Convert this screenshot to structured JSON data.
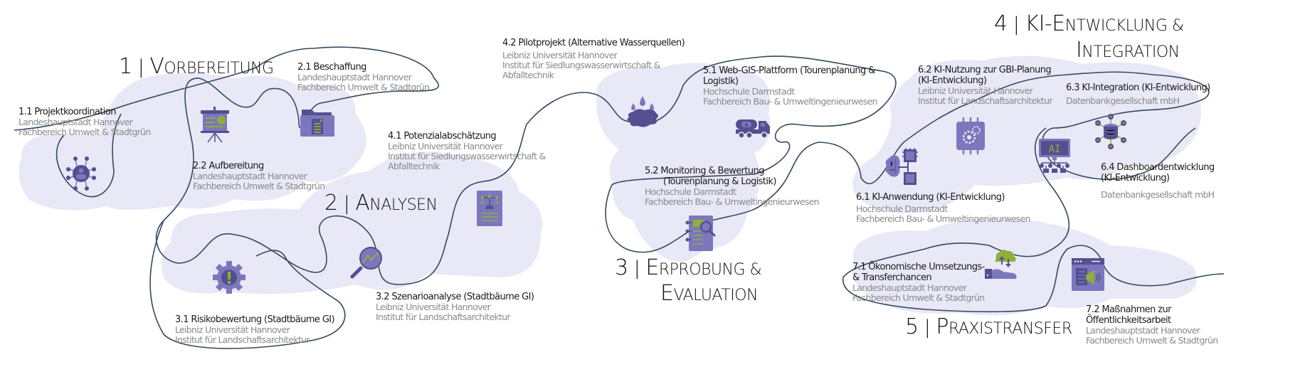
{
  "colors": {
    "blob": "#e9e8f7",
    "line": "#34495e",
    "icon_dark": "#54508f",
    "icon_mid": "#7c77bd",
    "icon_accent": "#8fae3a",
    "title_text": "#1a1a1a",
    "org_text": "#8a8a8a"
  },
  "phases": [
    {
      "num": "1",
      "sep": "|",
      "first": "V",
      "rest": "ORBEREITUNG",
      "line2_first": "",
      "line2_rest": ""
    },
    {
      "num": "2",
      "sep": "|",
      "first": "A",
      "rest": "NALYSEN",
      "line2_first": "",
      "line2_rest": ""
    },
    {
      "num": "3",
      "sep": "|",
      "first": "E",
      "rest": "RPROBUNG &",
      "line2_first": "E",
      "line2_rest": "VALUATION"
    },
    {
      "num": "4",
      "sep": "|",
      "first": "KI-E",
      "rest": "NTWICKLUNG &",
      "line2_first": "I",
      "line2_rest": "NTEGRATION"
    },
    {
      "num": "5",
      "sep": "|",
      "first": "P",
      "rest": "RAXISTRANSFER",
      "line2_first": "",
      "line2_rest": ""
    }
  ],
  "tasks": {
    "t11": {
      "title": "1.1 Projektkoordination",
      "org1": "Landeshauptstadt Hannover",
      "org2": "Fachbereich Umwelt & Stadtgrün",
      "icon": "network-person-icon"
    },
    "t21": {
      "title": "2.1 Beschaffung",
      "org1": "Landeshauptstadt Hannover",
      "org2": "Fachbereich Umwelt & Stadtgrün",
      "icon": "folder-document-icon"
    },
    "t22": {
      "title": "2.2 Aufbereitung",
      "org1": "Landeshauptstadt Hannover",
      "org2": "Fachbereich Umwelt & Stadtgrün",
      "icon": "presentation-board-icon"
    },
    "t31": {
      "title": "3.1 Risikobewertung (Stadtbäume GI)",
      "org1": "Leibniz Universität Hannover",
      "org2": "Institut für Landschaftsarchitektur",
      "icon": "gear-warning-icon"
    },
    "t32": {
      "title": "3.2 Szenarioanalyse (Stadtbäume GI)",
      "org1": "Leibniz Universität Hannover",
      "org2": "Institut für Landschaftsarchitektur",
      "icon": "magnifier-chart-icon"
    },
    "t41": {
      "title": "4.1 Potenzialabschätzung",
      "org1": "Leibniz Universität Hannover",
      "org2": "Institut für Siedlungswasserwirtschaft &",
      "org3": "Abfalltechnik",
      "icon": "scales-document-icon"
    },
    "t42": {
      "title": "4.2 Pilotprojekt (Alternative Wasserquellen)",
      "org1": "Leibniz Universität Hannover",
      "org2": "Institut für Siedlungswasserwirtschaft &",
      "org3": "Abfalltechnik",
      "icon": "water-puddle-icon"
    },
    "t51": {
      "title1": "5.1 Web-GIS-Plattform (Tourenplanung &",
      "title2": "Logistik)",
      "org1": "Hochschule Darmstadt",
      "org2": "Fachbereich Bau- & Umweltingenieurwesen",
      "icon": "tanker-truck-icon"
    },
    "t52": {
      "title1": "5.2 Monitoring & Bewertung",
      "title2": "(Tourenplanung & Logistik)",
      "org1": "Hochschule Darmstadt",
      "org2": "Fachbereich Bau- & Umweltingenieurwesen",
      "icon": "notebook-search-icon"
    },
    "t61": {
      "title": "6.1 KI-Anwendung (KI-Entwicklung)",
      "org1": "Hochschule Darmstadt",
      "org2": "Fachbereich Bau- & Umweltingenieurwesen",
      "icon": "brain-chip-icon"
    },
    "t62": {
      "title1": "6.2 KI-Nutzung zur GBI-Planung",
      "title2": "(KI-Entwicklung)",
      "org1": "Leibniz Universität Hannover",
      "org2": "Institut für Landschaftsarchitektur",
      "icon": "chip-gear-icon"
    },
    "t63": {
      "title": "6.3 KI-Integration (KI-Entwicklung)",
      "org1": "Datenbankgesellschaft mbH",
      "icon": "database-network-icon"
    },
    "t64": {
      "title1": "6.4 Dashboardentwicklung",
      "title2": "(KI-Entwicklung)",
      "org1": "Datenbankgesellschaft mbH",
      "icon": "ai-monitor-icon",
      "monitor_text": "AI"
    },
    "t71": {
      "title1": "7.1 Ökonomische Umsetzungs-",
      "title2": "& Transferchancen",
      "org1": "Landeshauptstadt Hannover",
      "org2": "Fachbereich Umwelt & Stadtgrün",
      "icon": "hand-cloud-icon"
    },
    "t72": {
      "title1": "7.2 Maßnahmen zur",
      "title2": "Öffentlichkeitsarbeit",
      "org1": "Landeshauptstadt Hannover",
      "org2": "Fachbereich Umwelt & Stadtgrün",
      "icon": "browser-megaphone-icon"
    }
  }
}
